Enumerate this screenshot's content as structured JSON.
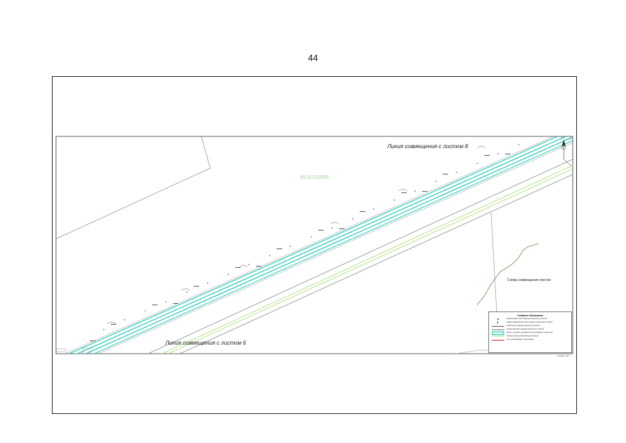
{
  "page": {
    "number": "44"
  },
  "map": {
    "label_top": "Линия совмещения с листом 8",
    "label_bottom": "Линия совмещения с листом 6",
    "cadastral_number": "45:11:011501",
    "scheme_label": "Схема совмещения листов",
    "format_label": "Формат А4 3",
    "colors": {
      "corridor": "#19c7b6",
      "road": "#a8e07a",
      "parcel_line": "#7a8aa0",
      "grid_line": "#555555",
      "scheme_path": "#8a6a3a"
    }
  },
  "legend": {
    "title": "Условные обозначения",
    "items": [
      {
        "symbol": "dot-icon",
        "text": "- Характерная точка границы земельного участка"
      },
      {
        "symbol": "tick-icon",
        "text": "- Номер характерной точки границы земельного участка"
      },
      {
        "symbol": "brown-line-icon",
        "text": "- Проектная граница земельного участка"
      },
      {
        "symbol": "gray-line-icon",
        "text": "- Существующая граница земельного участка"
      },
      {
        "symbol": "cyan-band-icon",
        "text": "- Зона с особыми условиями использования территории"
      },
      {
        "symbol": "green-line-icon",
        "text": "- Полоса отвода автомобильной дороги"
      },
      {
        "symbol": "red-line-icon",
        "text": "- Ось трубопровода / газопровода"
      }
    ]
  }
}
